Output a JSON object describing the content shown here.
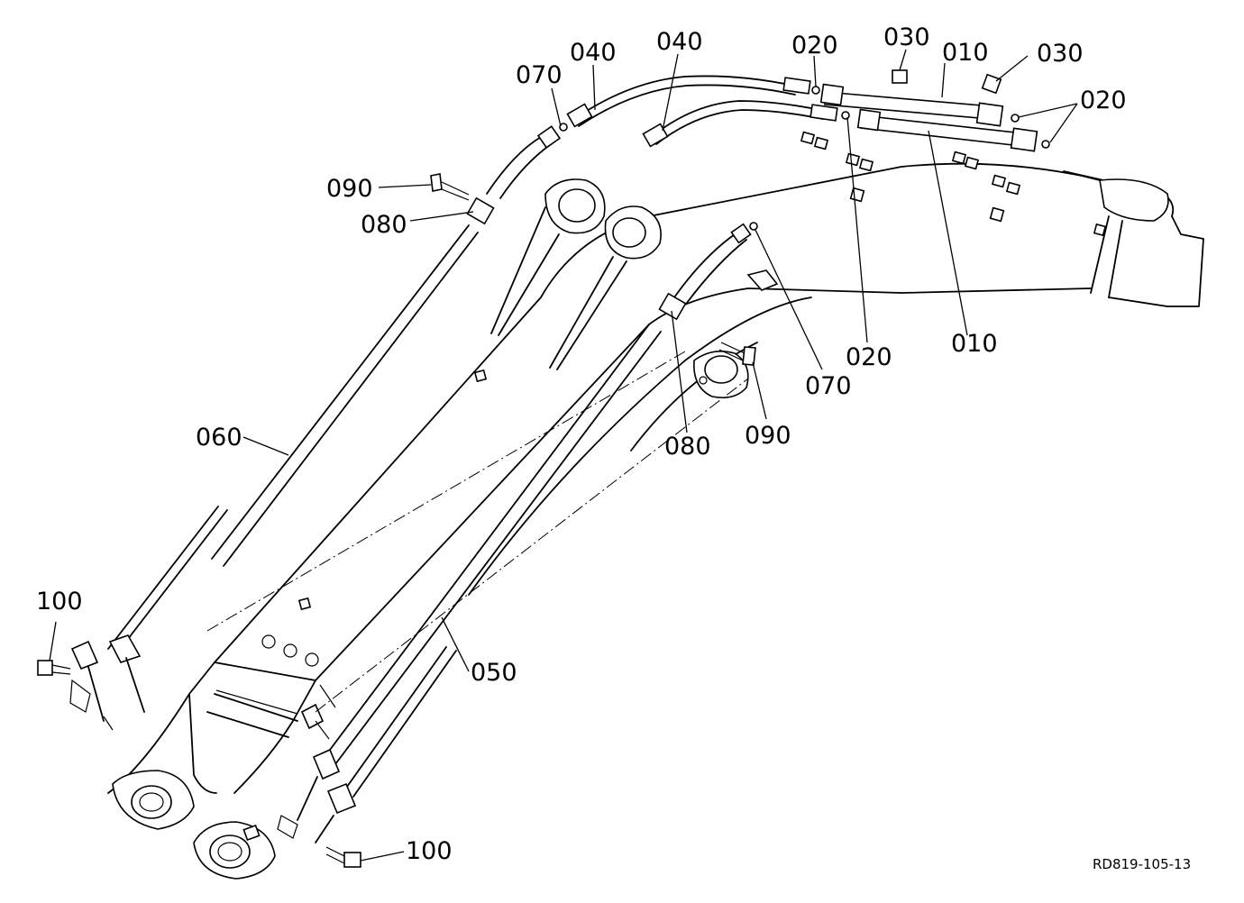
{
  "drawing_ref": "RD819-105-13",
  "callouts": {
    "c010_a": "010",
    "c010_b": "010",
    "c020_a": "020",
    "c020_b": "020",
    "c020_c": "020",
    "c030_a": "030",
    "c030_b": "030",
    "c040_a": "040",
    "c040_b": "040",
    "c050": "050",
    "c060": "060",
    "c070_a": "070",
    "c070_b": "070",
    "c080_a": "080",
    "c080_b": "080",
    "c090_a": "090",
    "c090_b": "090",
    "c100_a": "100",
    "c100_b": "100"
  }
}
